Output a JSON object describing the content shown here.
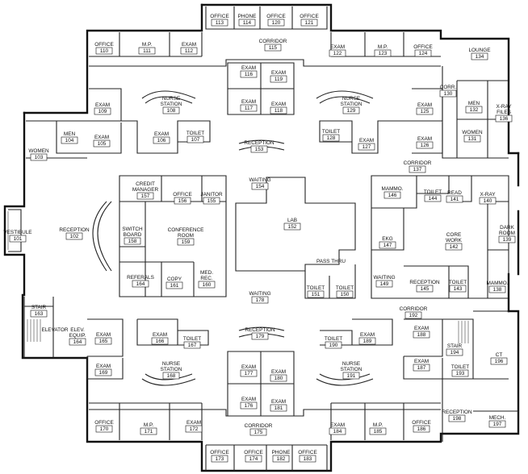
{
  "rooms": [
    {
      "id": "r113",
      "name": "OFFICE",
      "number": "113"
    },
    {
      "id": "r114",
      "name": "PHONE",
      "number": "114"
    },
    {
      "id": "r120",
      "name": "OFFICE",
      "number": "120"
    },
    {
      "id": "r121",
      "name": "OFFICE",
      "number": "121"
    },
    {
      "id": "r115",
      "name": "CORRIDOR",
      "number": "115"
    },
    {
      "id": "r110",
      "name": "OFFICE",
      "number": "110"
    },
    {
      "id": "r111",
      "name": "M.P.",
      "number": "111"
    },
    {
      "id": "r112",
      "name": "EXAM",
      "number": "112"
    },
    {
      "id": "r116",
      "name": "EXAM",
      "number": "116"
    },
    {
      "id": "r119",
      "name": "EXAM",
      "number": "119"
    },
    {
      "id": "r117",
      "name": "EXAM",
      "number": "117"
    },
    {
      "id": "r118",
      "name": "EXAM",
      "number": "118"
    },
    {
      "id": "r122",
      "name": "EXAM",
      "number": "122"
    },
    {
      "id": "r123",
      "name": "M.P.",
      "number": "123"
    },
    {
      "id": "r124",
      "name": "OFFICE",
      "number": "124"
    },
    {
      "id": "r134",
      "name": "LOUNGE",
      "number": "134"
    },
    {
      "id": "r130",
      "name": "CORR.",
      "number": "130"
    },
    {
      "id": "r132",
      "name": "MEN",
      "number": "132"
    },
    {
      "id": "r136",
      "name": "X-RAY FILES",
      "number": "136"
    },
    {
      "id": "r131",
      "name": "WOMEN",
      "number": "131"
    },
    {
      "id": "r108",
      "name": "NURSE STATION",
      "number": "108"
    },
    {
      "id": "r129",
      "name": "NURSE STATION",
      "number": "129"
    },
    {
      "id": "r109",
      "name": "EXAM",
      "number": "109"
    },
    {
      "id": "r125",
      "name": "EXAM",
      "number": "125"
    },
    {
      "id": "r104",
      "name": "MEN",
      "number": "104"
    },
    {
      "id": "r105",
      "name": "EXAM",
      "number": "105"
    },
    {
      "id": "r106",
      "name": "EXAM",
      "number": "106"
    },
    {
      "id": "r107",
      "name": "TOILET",
      "number": "107"
    },
    {
      "id": "r128",
      "name": "TOILET",
      "number": "128"
    },
    {
      "id": "r127",
      "name": "EXAM",
      "number": "127"
    },
    {
      "id": "r126",
      "name": "EXAM",
      "number": "126"
    },
    {
      "id": "r103",
      "name": "WOMEN",
      "number": "103"
    },
    {
      "id": "r153",
      "name": "RECEPTION",
      "number": "153"
    },
    {
      "id": "r137",
      "name": "CORRIDOR",
      "number": "137"
    },
    {
      "id": "r154",
      "name": "WAITING",
      "number": "154"
    },
    {
      "id": "r157",
      "name": "CREDIT MANAGER",
      "number": "157"
    },
    {
      "id": "r156",
      "name": "OFFICE",
      "number": "156"
    },
    {
      "id": "r155",
      "name": "JANITOR",
      "number": "155"
    },
    {
      "id": "r146",
      "name": "MAMMO.",
      "number": "146"
    },
    {
      "id": "r144",
      "name": "TOILET",
      "number": "144"
    },
    {
      "id": "r141",
      "name": "READ",
      "number": "141"
    },
    {
      "id": "r140",
      "name": "X-RAY",
      "number": "140"
    },
    {
      "id": "r101",
      "name": "VESTIBULE",
      "number": "101"
    },
    {
      "id": "r102",
      "name": "RECEPTION",
      "number": "102"
    },
    {
      "id": "r158",
      "name": "SWITCH BOARD",
      "number": "158"
    },
    {
      "id": "r159",
      "name": "CONFERENCE ROOM",
      "number": "159"
    },
    {
      "id": "r152",
      "name": "LAB",
      "number": "152"
    },
    {
      "id": "r147",
      "name": "EKG",
      "number": "147"
    },
    {
      "id": "r142",
      "name": "CORE WORK",
      "number": "142"
    },
    {
      "id": "r139",
      "name": "DARK ROOM",
      "number": "139"
    },
    {
      "id": "r164",
      "name": "REFERALS",
      "number": "164"
    },
    {
      "id": "r161",
      "name": "COPY",
      "number": "161"
    },
    {
      "id": "r160",
      "name": "MED. REC.",
      "number": "160"
    },
    {
      "id": "r150",
      "name": "TOILET",
      "number": "150"
    },
    {
      "id": "r151",
      "name": "TOILET",
      "number": "151"
    },
    {
      "id": "r149",
      "name": "WAITING",
      "number": "149"
    },
    {
      "id": "r145",
      "name": "RECEPTION",
      "number": "145"
    },
    {
      "id": "r143",
      "name": "TOILET",
      "number": "143"
    },
    {
      "id": "r138",
      "name": "MAMMO.",
      "number": "138"
    },
    {
      "id": "r178",
      "name": "WAITING",
      "number": "178"
    },
    {
      "id": "r163",
      "name": "STAIR",
      "number": "163"
    },
    {
      "id": "r192",
      "name": "CORRIDOR",
      "number": "192"
    },
    {
      "id": "r162",
      "name": "ELEVATOR",
      "number": ""
    },
    {
      "id": "r164b",
      "name": "ELEV. EQUIP.",
      "number": "164"
    },
    {
      "id": "r165",
      "name": "EXAM",
      "number": "165"
    },
    {
      "id": "r166",
      "name": "EXAM",
      "number": "166"
    },
    {
      "id": "r167",
      "name": "TOILET",
      "number": "167"
    },
    {
      "id": "r179",
      "name": "RECEPTION",
      "number": "179"
    },
    {
      "id": "r190",
      "name": "TOILET",
      "number": "190"
    },
    {
      "id": "r189",
      "name": "EXAM",
      "number": "189"
    },
    {
      "id": "r188",
      "name": "EXAM",
      "number": "188"
    },
    {
      "id": "r194",
      "name": "STAIR",
      "number": "194"
    },
    {
      "id": "r196",
      "name": "CT",
      "number": "196"
    },
    {
      "id": "r169",
      "name": "EXAM",
      "number": "169"
    },
    {
      "id": "r168",
      "name": "NURSE STATION",
      "number": "168"
    },
    {
      "id": "r177",
      "name": "EXAM",
      "number": "177"
    },
    {
      "id": "r180",
      "name": "EXAM",
      "number": "180"
    },
    {
      "id": "r191",
      "name": "NURSE STATION",
      "number": "191"
    },
    {
      "id": "r187",
      "name": "EXAM",
      "number": "187"
    },
    {
      "id": "r193",
      "name": "TOILET",
      "number": "193"
    },
    {
      "id": "r176",
      "name": "EXAM",
      "number": "176"
    },
    {
      "id": "r181",
      "name": "EXAM",
      "number": "181"
    },
    {
      "id": "r198",
      "name": "RECEPTION",
      "number": "198"
    },
    {
      "id": "r197",
      "name": "MECH.",
      "number": "197"
    },
    {
      "id": "r170",
      "name": "OFFICE",
      "number": "170"
    },
    {
      "id": "r171",
      "name": "M.P.",
      "number": "171"
    },
    {
      "id": "r172",
      "name": "EXAM",
      "number": "172"
    },
    {
      "id": "r175",
      "name": "CORRIDOR",
      "number": "175"
    },
    {
      "id": "r184",
      "name": "EXAM",
      "number": "184"
    },
    {
      "id": "r185",
      "name": "M.P.",
      "number": "185"
    },
    {
      "id": "r186",
      "name": "OFFICE",
      "number": "186"
    },
    {
      "id": "r173",
      "name": "OFFICE",
      "number": "173"
    },
    {
      "id": "r174",
      "name": "OFFICE",
      "number": "174"
    },
    {
      "id": "r182",
      "name": "PHONE",
      "number": "182"
    },
    {
      "id": "r183",
      "name": "OFFICE",
      "number": "183"
    }
  ],
  "annotations": [
    {
      "id": "pass-thru",
      "text": "PASS THRU"
    }
  ]
}
